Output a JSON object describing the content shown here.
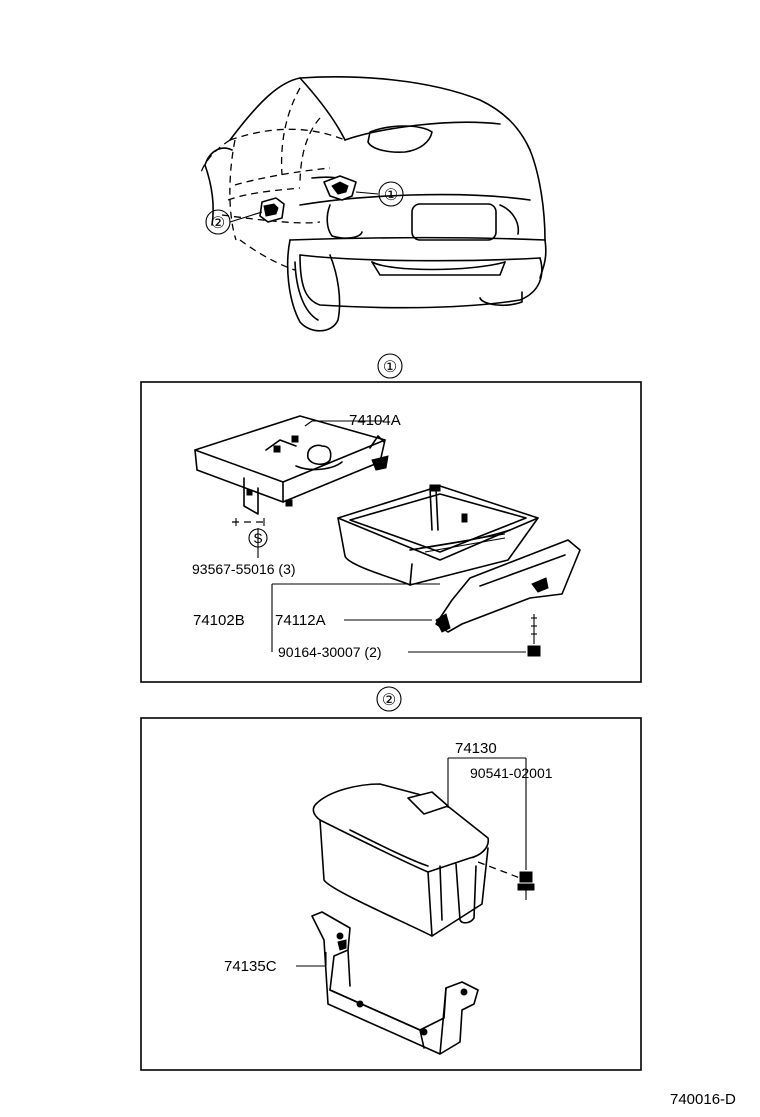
{
  "callouts": {
    "one": "①",
    "two": "②"
  },
  "section_one": {
    "parts": {
      "tray_bracket": "74104A",
      "clip": "93567-55016 (3)",
      "clip_symbol": "S",
      "box": "74102B",
      "cover": "74112A",
      "screw": "90164-30007 (2)"
    }
  },
  "section_two": {
    "parts": {
      "box": "74130",
      "fastener": "90541-02001",
      "bracket": "74135C"
    }
  },
  "footer": {
    "diagram_code": "740016-D"
  }
}
